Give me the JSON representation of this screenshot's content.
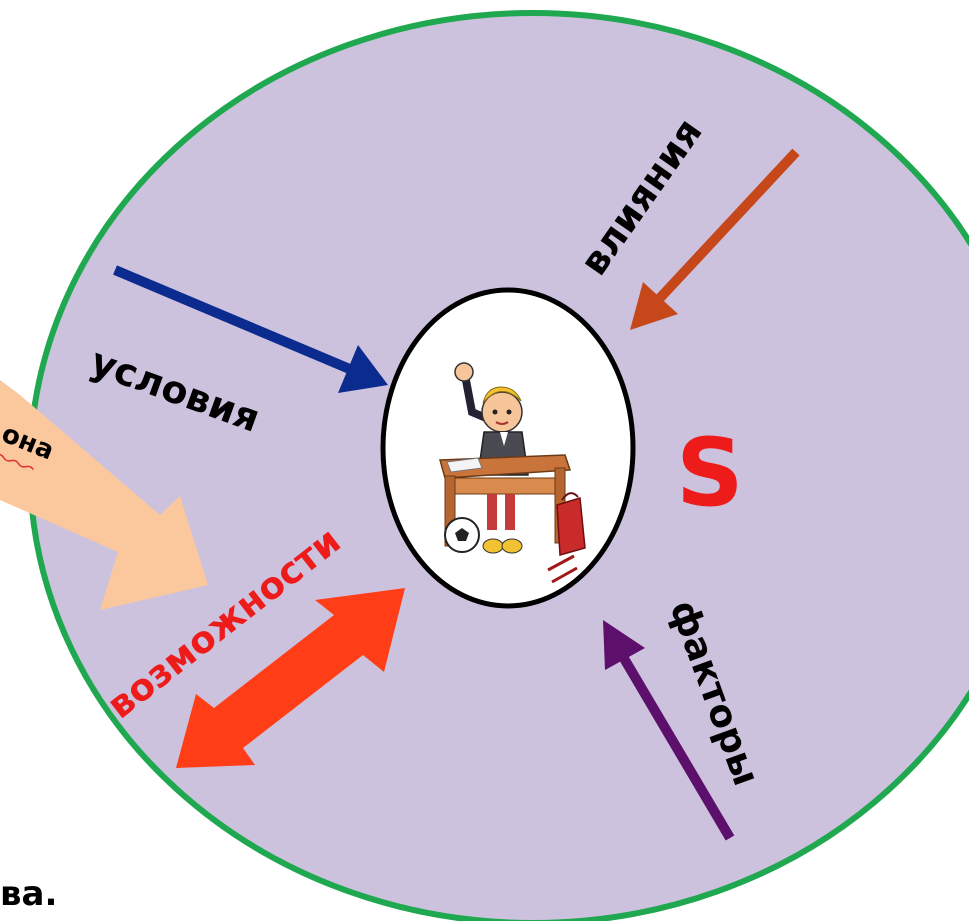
{
  "labels": {
    "usloviya": "условия",
    "vliyaniya": "влияния",
    "vozmozhnosti": "возможности",
    "faktory": "факторы",
    "s_letter": "S",
    "zona_fragment": "она",
    "bottom_fragment": "ва."
  },
  "colors": {
    "outer_fill": "#cdc2de",
    "outer_stroke": "#1fa84f",
    "usloviya_arrow": "#0c2b8e",
    "vliyaniya_arrow": "#c6471a",
    "vozmozhnosti_arrow": "#ff3d17",
    "faktory_arrow": "#5c0f6b",
    "zona_arrow": "#fbc79c",
    "s_letter": "#ee1b1b",
    "vozmozhnosti_text": "#ee1b1b"
  },
  "center_image": {
    "icon": "schoolboy-at-desk-icon"
  }
}
